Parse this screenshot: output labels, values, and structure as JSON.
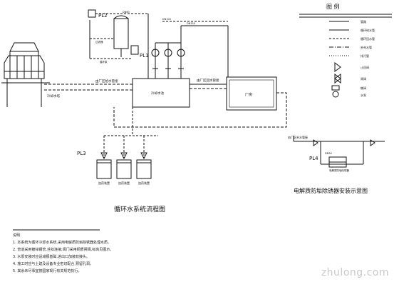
{
  "main_title": "循环水系统流程图",
  "legend_title": "图 例",
  "legend_items": [
    "管路",
    "循环给水管",
    "循环回水管",
    "补充水管",
    "排污管",
    "止回阀",
    "闸阀",
    "蝶阀",
    "水泵"
  ],
  "install_title": "电解质防垢除锈器安装示意图",
  "labels": {
    "pl1": "PL1",
    "pl2": "PL2",
    "pl3": "PL3",
    "pl4": "PL4",
    "pool": "冷却水池",
    "tower": "冷却水塔",
    "supply": "由厂区给水管接",
    "to_plant": "由厂区回水管接",
    "plant": "厂房",
    "dn80": "DN80",
    "dn100": "DN100",
    "dn150": "DN150",
    "dn50": "DN50",
    "device": "电解质防垢除锈器",
    "inlet": "由厂区补水管接",
    "valve_a": "加药装置",
    "valve_b": "加药装置",
    "valve_c": "加药装置",
    "pump_note": "循环泵",
    "filter_note": "过滤器"
  },
  "notes": [
    "说明",
    "1. 本系统为循环冷却水系统,采用电解质防垢除锈器处理水质。",
    "2. 管道采用镀锌钢管,丝扣连接;阀门采用铜质闸阀,标高见图示。",
    "3. 水泵安装时应设减振基础,进出口加装软接头。",
    "4. 施工时应与土建及设备专业密切配合,预留孔洞。",
    "5. 其余未尽事宜按国家现行有关规范执行。"
  ],
  "watermark": "zhulong.com"
}
